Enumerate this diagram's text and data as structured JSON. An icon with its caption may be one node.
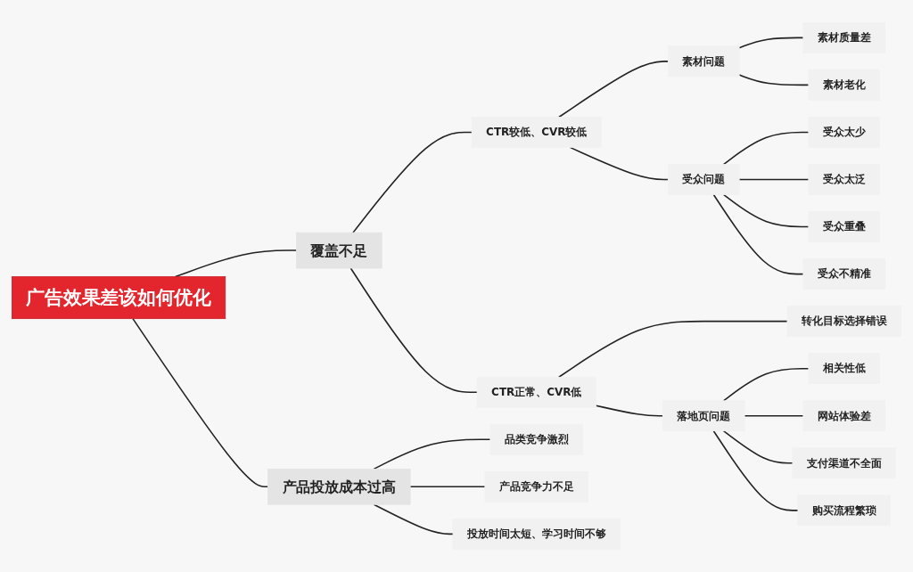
{
  "diagram": {
    "nodes": [
      {
        "text": [
          "广告效果差该如何优化"
        ]
      },
      {
        "text": [
          "覆盖不足"
        ]
      },
      {
        "text": [
          "CTR较低、CVR较低"
        ]
      },
      {
        "text": [
          "素材问题"
        ]
      },
      {
        "text": [
          "素材质量差"
        ]
      },
      {
        "text": [
          "素材老化"
        ]
      },
      {
        "text": [
          "受众问题"
        ]
      },
      {
        "text": [
          "受众太少"
        ]
      },
      {
        "text": [
          "受众太泛"
        ]
      },
      {
        "text": [
          "受众重叠"
        ]
      },
      {
        "text": [
          "受众不精准"
        ]
      },
      {
        "text": [
          "CTR正常、CVR低"
        ]
      },
      {
        "text": [
          "转化目标选择错误"
        ]
      },
      {
        "text": [
          "落地页问题"
        ]
      },
      {
        "text": [
          "相关性低"
        ]
      },
      {
        "text": [
          "网站体验差"
        ]
      },
      {
        "text": [
          "支付渠道不全面"
        ]
      },
      {
        "text": [
          "购买流程繁琐"
        ]
      },
      {
        "text": [
          "产品投放成本过高"
        ]
      },
      {
        "text": [
          "品类竞争激烈"
        ]
      },
      {
        "text": [
          "产品竞争力不足"
        ]
      },
      {
        "text": [
          "投放时间太短、学习时间不够"
        ]
      }
    ],
    "edges": [
      {
        "from": 0,
        "to": 1,
        "arrow": "none"
      },
      {
        "from": 1,
        "to": 2,
        "arrow": "none"
      },
      {
        "from": 2,
        "to": 3,
        "arrow": "none"
      },
      {
        "from": 3,
        "to": 4,
        "arrow": "none"
      },
      {
        "from": 3,
        "to": 5,
        "arrow": "none"
      },
      {
        "from": 2,
        "to": 6,
        "arrow": "none"
      },
      {
        "from": 6,
        "to": 7,
        "arrow": "none"
      },
      {
        "from": 6,
        "to": 8,
        "arrow": "none"
      },
      {
        "from": 6,
        "to": 9,
        "arrow": "none"
      },
      {
        "from": 6,
        "to": 10,
        "arrow": "none"
      },
      {
        "from": 1,
        "to": 11,
        "arrow": "none"
      },
      {
        "from": 11,
        "to": 12,
        "arrow": "none"
      },
      {
        "from": 11,
        "to": 13,
        "arrow": "none"
      },
      {
        "from": 13,
        "to": 14,
        "arrow": "none"
      },
      {
        "from": 13,
        "to": 15,
        "arrow": "none"
      },
      {
        "from": 13,
        "to": 16,
        "arrow": "none"
      },
      {
        "from": 13,
        "to": 17,
        "arrow": "none"
      },
      {
        "from": 0,
        "to": 18,
        "arrow": "none"
      },
      {
        "from": 18,
        "to": 19,
        "arrow": "none"
      },
      {
        "from": 18,
        "to": 20,
        "arrow": "none"
      },
      {
        "from": 18,
        "to": 21,
        "arrow": "none"
      }
    ]
  }
}
